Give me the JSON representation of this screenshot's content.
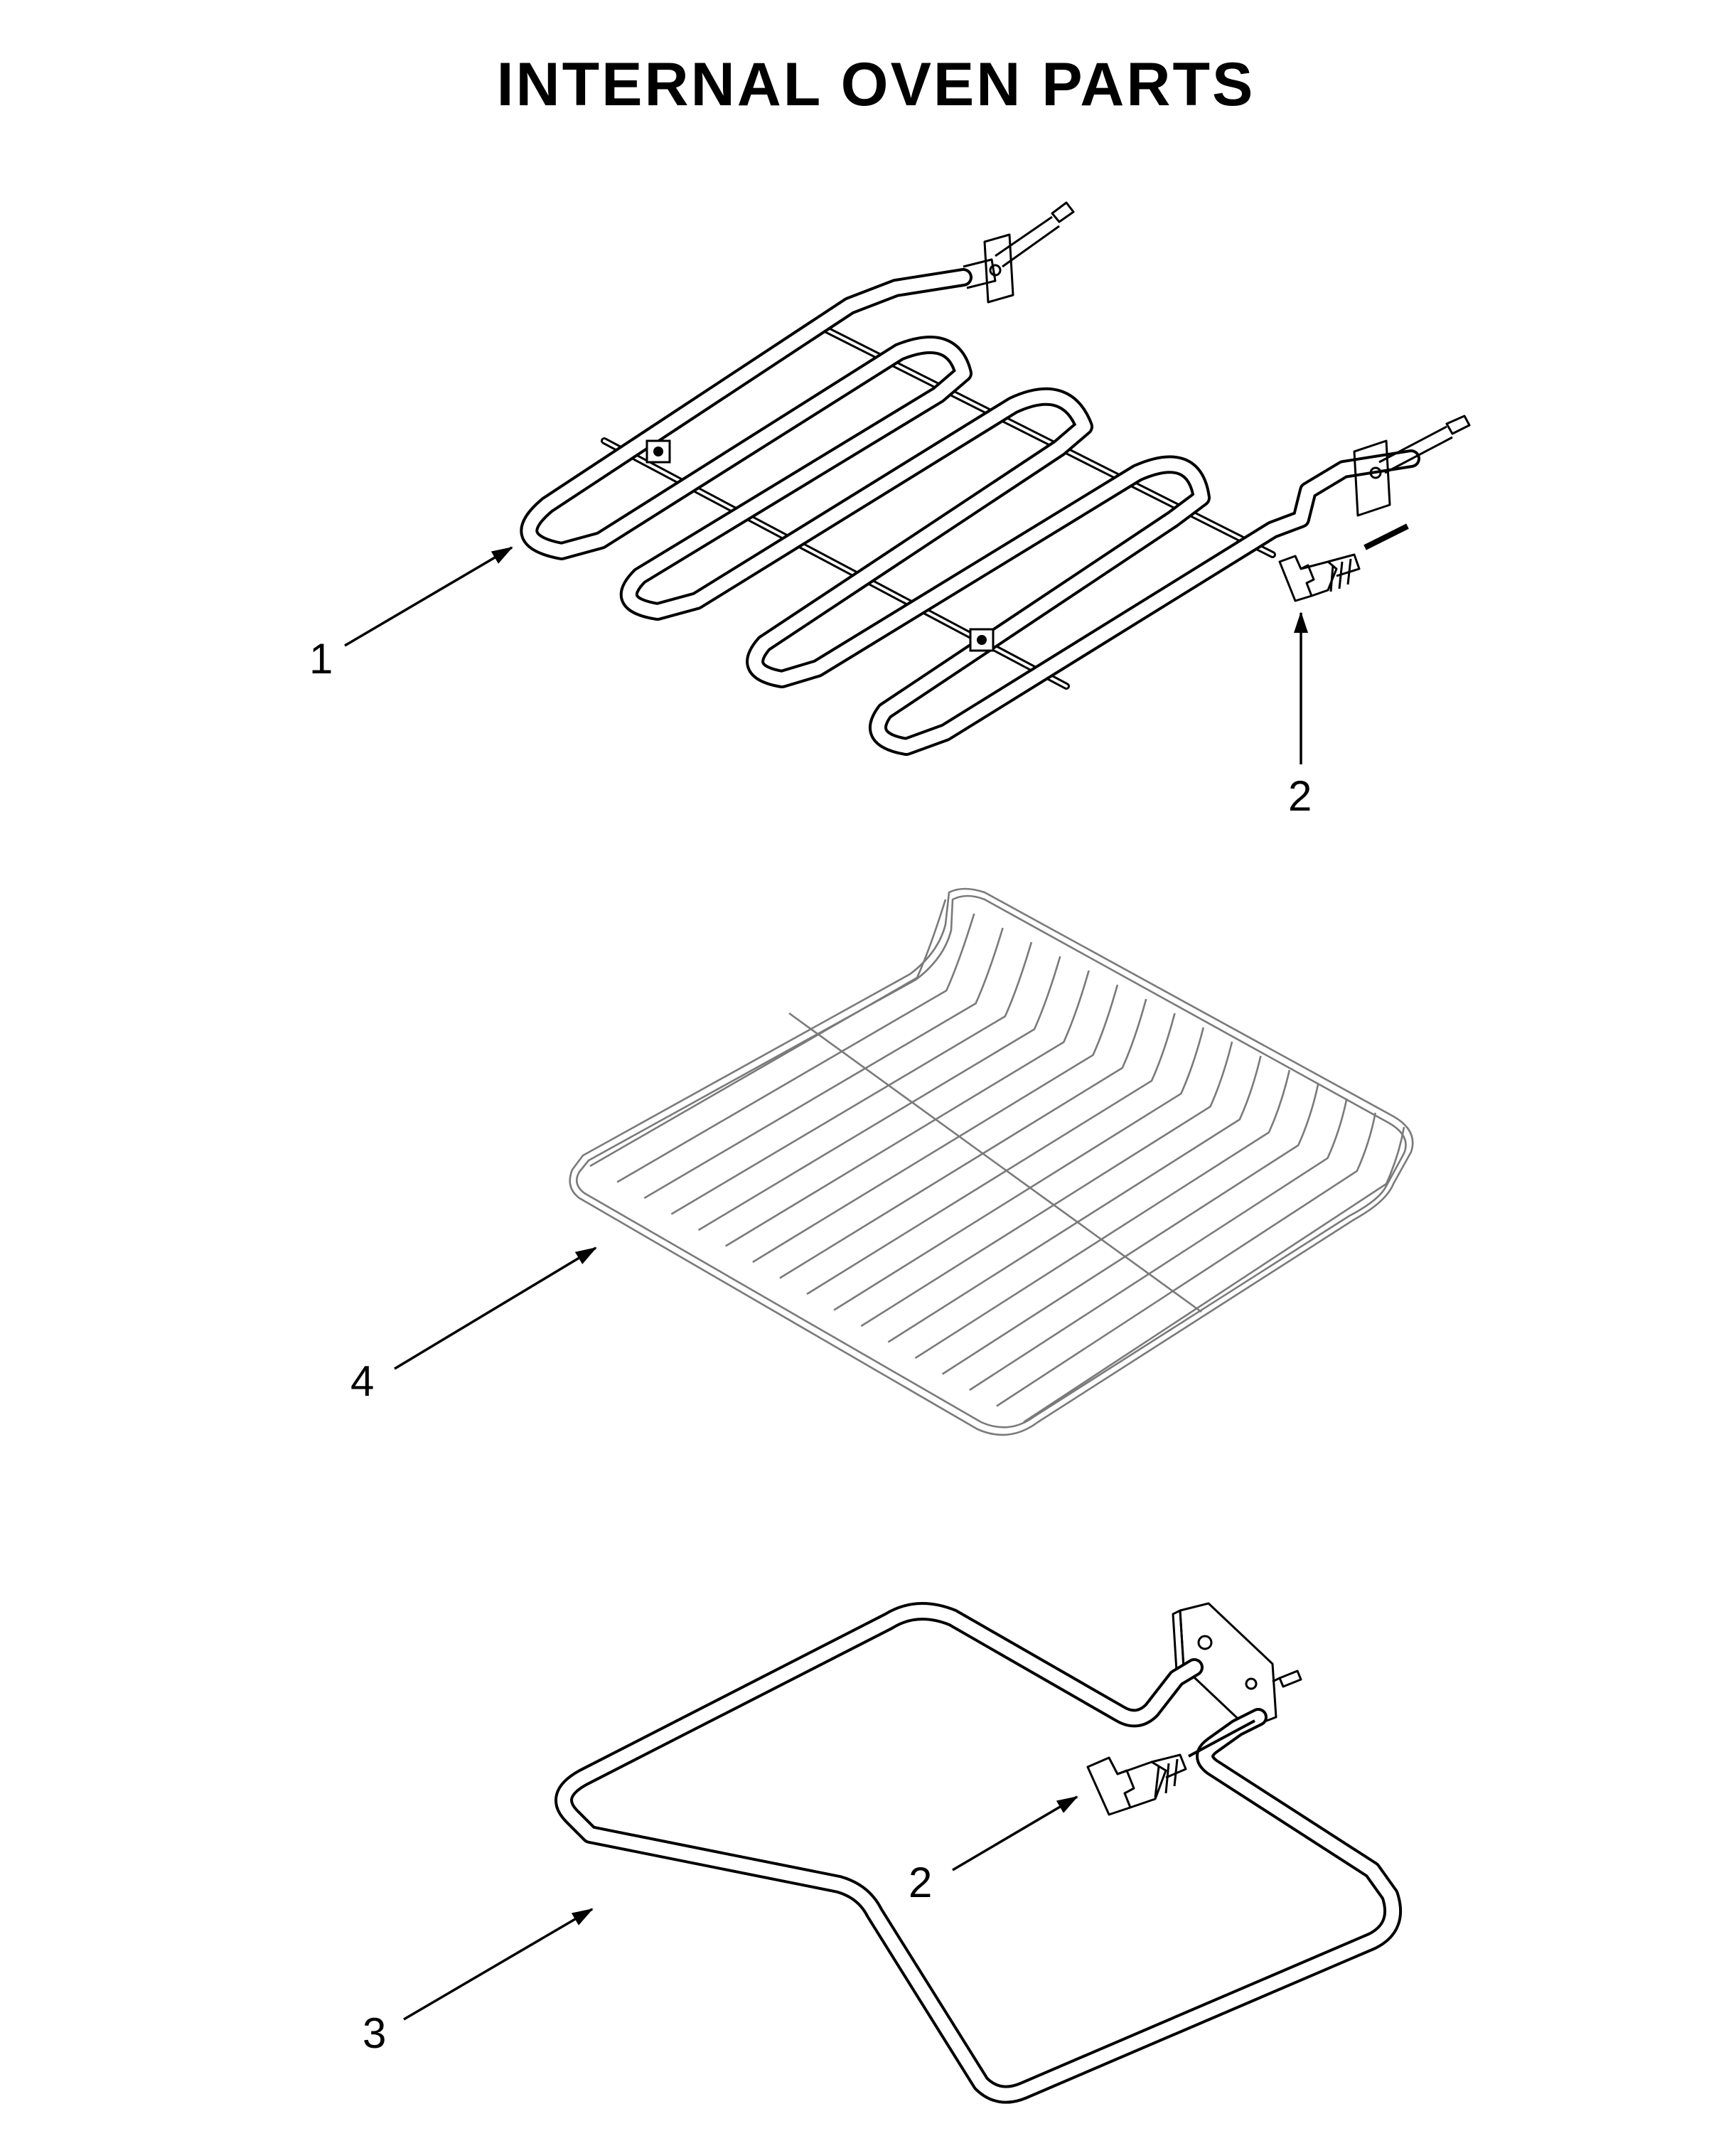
{
  "title": "INTERNAL OVEN PARTS",
  "parts": [
    {
      "key": "broil-element",
      "callout": "1"
    },
    {
      "key": "screw-upper",
      "callout": "2"
    },
    {
      "key": "oven-rack",
      "callout": "4"
    },
    {
      "key": "bake-element",
      "callout": "3"
    },
    {
      "key": "screw-lower",
      "callout": "2"
    }
  ]
}
